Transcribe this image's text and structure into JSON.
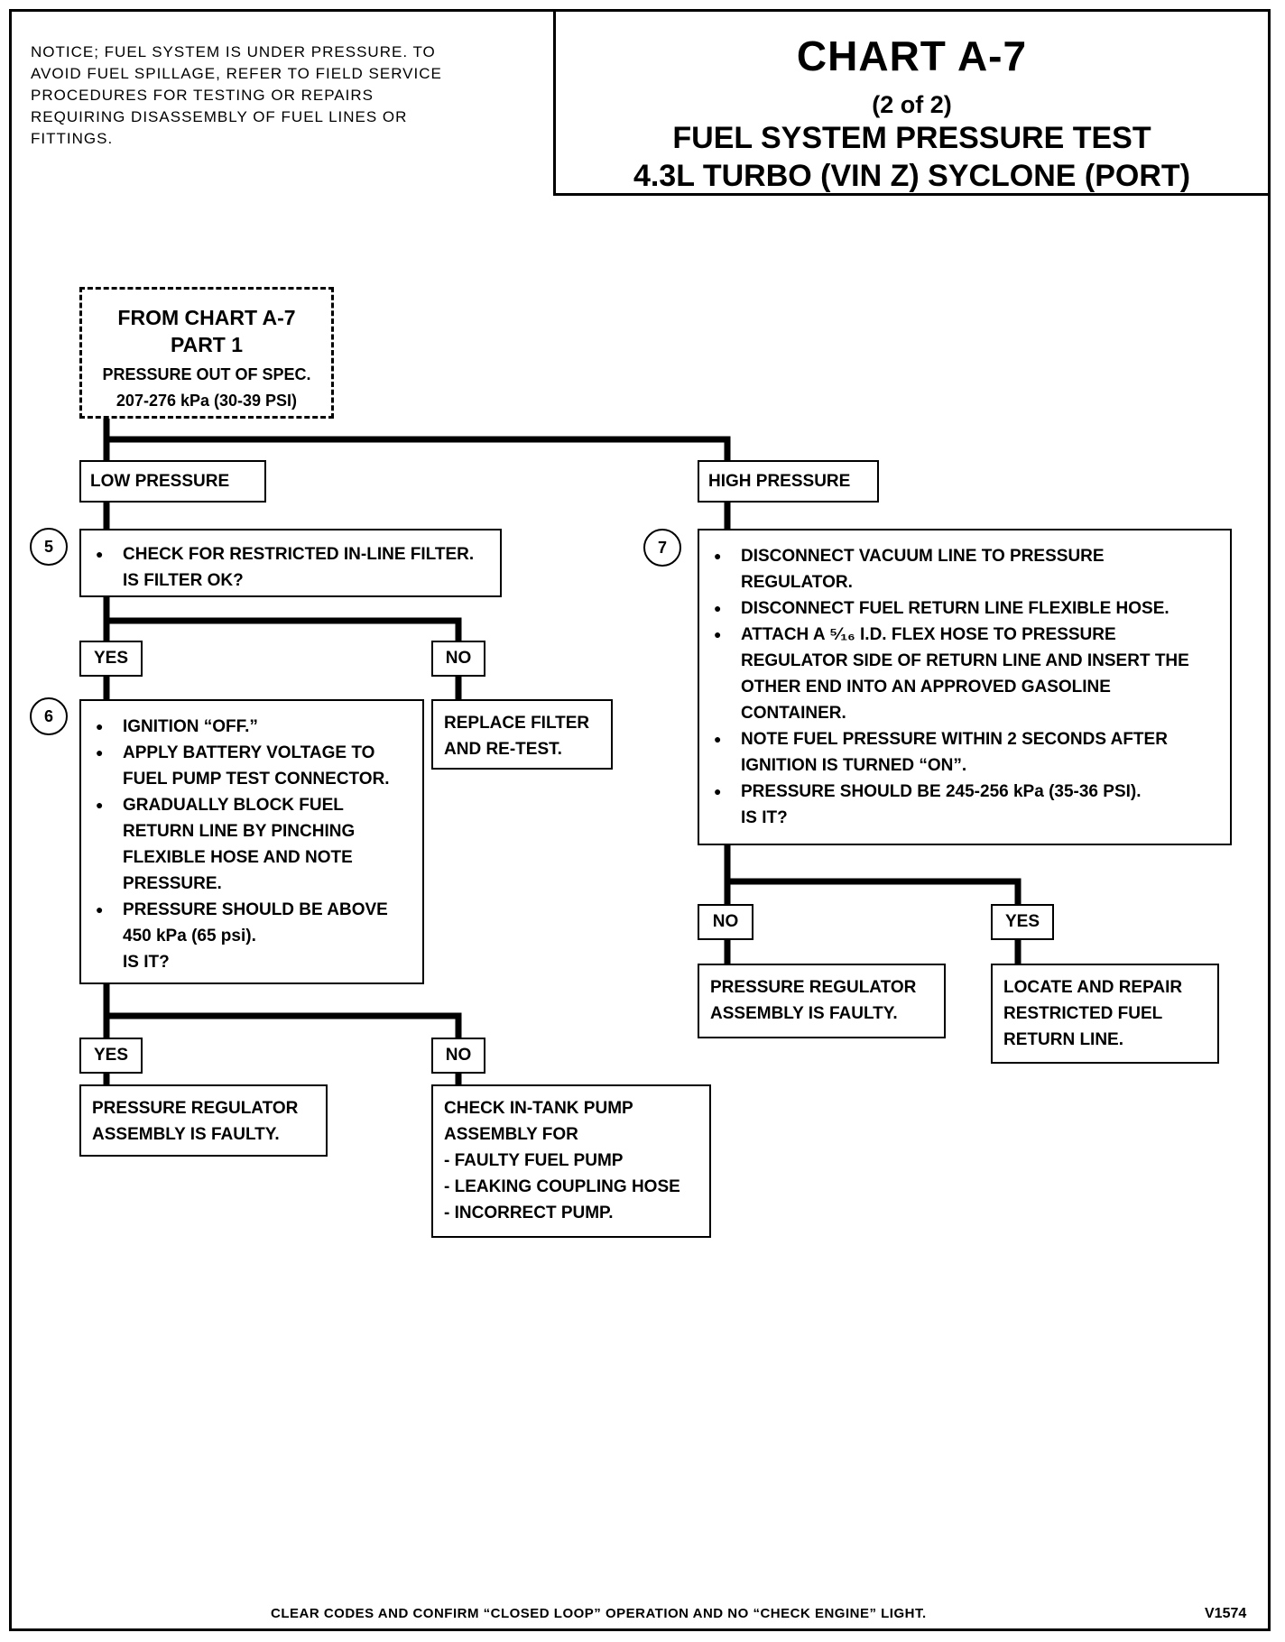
{
  "notice": "NOTICE; FUEL SYSTEM IS UNDER PRESSURE. TO AVOID FUEL SPILLAGE, REFER TO FIELD SERVICE PROCEDURES FOR TESTING OR REPAIRS REQUIRING DISASSEMBLY OF FUEL LINES OR FITTINGS.",
  "title": {
    "chart": "CHART A-7",
    "part": "(2 of 2)",
    "line1": "FUEL SYSTEM PRESSURE TEST",
    "line2": "4.3L TURBO (VIN Z) SYCLONE (PORT)"
  },
  "start": {
    "line1": "FROM CHART A-7",
    "line2": "PART 1",
    "line3": "PRESSURE OUT OF SPEC.",
    "line4": "207-276 kPa (30-39 PSI)"
  },
  "low_pressure": "LOW PRESSURE",
  "high_pressure": "HIGH PRESSURE",
  "step5": {
    "number": "5",
    "bullets": [
      "CHECK FOR RESTRICTED IN-LINE FILTER."
    ],
    "question": "IS FILTER OK?"
  },
  "step5_yes": "YES",
  "step5_no": "NO",
  "replace_filter": [
    "REPLACE FILTER",
    "AND RE-TEST."
  ],
  "step6": {
    "number": "6",
    "bullets": [
      "IGNITION “OFF.”",
      "APPLY BATTERY VOLTAGE TO FUEL PUMP TEST CONNECTOR.",
      "GRADUALLY BLOCK FUEL RETURN LINE BY PINCHING FLEXIBLE HOSE AND NOTE PRESSURE.",
      "PRESSURE SHOULD BE ABOVE 450 kPa (65 psi)."
    ],
    "question": "IS IT?"
  },
  "step6_yes": "YES",
  "step6_no": "NO",
  "regulator_faulty_left": [
    "PRESSURE REGULATOR",
    "ASSEMBLY IS FAULTY."
  ],
  "check_in_tank": [
    "CHECK IN-TANK PUMP",
    "ASSEMBLY FOR",
    "- FAULTY FUEL PUMP",
    "- LEAKING COUPLING HOSE",
    "- INCORRECT PUMP."
  ],
  "step7": {
    "number": "7",
    "bullets": [
      "DISCONNECT VACUUM LINE TO PRESSURE REGULATOR.",
      "DISCONNECT FUEL RETURN LINE FLEXIBLE HOSE.",
      "ATTACH A ⁵⁄₁₆ I.D. FLEX HOSE TO PRESSURE REGULATOR SIDE OF RETURN LINE AND INSERT THE OTHER END INTO AN APPROVED GASOLINE CONTAINER.",
      "NOTE FUEL PRESSURE WITHIN 2 SECONDS AFTER IGNITION IS TURNED “ON”.",
      "PRESSURE SHOULD BE 245-256 kPa (35-36 PSI)."
    ],
    "question": "IS IT?"
  },
  "step7_no": "NO",
  "step7_yes": "YES",
  "regulator_faulty_right": [
    "PRESSURE REGULATOR",
    "ASSEMBLY IS FAULTY."
  ],
  "locate_repair": [
    "LOCATE AND REPAIR",
    "RESTRICTED FUEL",
    "RETURN LINE."
  ],
  "footer": "CLEAR CODES AND CONFIRM “CLOSED LOOP” OPERATION AND NO “CHECK ENGINE” LIGHT.",
  "figure_code": "V1574"
}
